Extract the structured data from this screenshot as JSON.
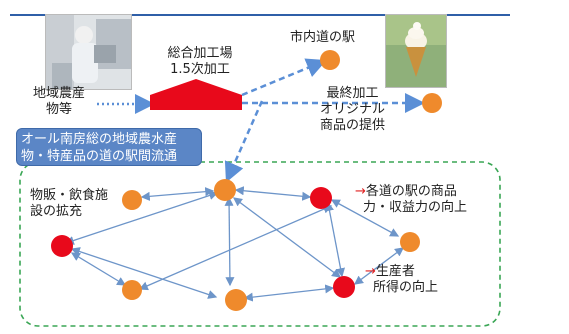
{
  "top_rule_color": "#2f5fa8",
  "labels": {
    "factory_title_line1": "総合加工場",
    "factory_title_line2": "1.5次加工",
    "station_city": "市内道の駅",
    "regional_products_line1": "地域農産",
    "regional_products_line2": "物等",
    "final_processing_line1": "最終加工",
    "final_processing_line2": "オリジナル",
    "final_processing_line3": "商品の提供",
    "banner_line1": "オール南房総の地域農水産",
    "banner_line2": "物・特産品の道の駅間流通",
    "expand_line1": "物販・飲食施",
    "expand_line2": "設の拡充",
    "profit_arrow": "→",
    "profit_line1": "各道の駅の商品",
    "profit_line2": "力・収益力の向上",
    "income_arrow": "→",
    "income_line1": "生産者",
    "income_line2": "所得の向上"
  },
  "colors": {
    "orange_node": "#ef8a2c",
    "red_node": "#e8091b",
    "arrow_blue": "#5b8fd6",
    "dashed_green": "#3aa655",
    "banner_blue": "#5b86c6"
  },
  "icons": {
    "factory_photo": "factory-worker-photo-icon",
    "icecream_photo": "soft-serve-icecream-photo-icon"
  }
}
